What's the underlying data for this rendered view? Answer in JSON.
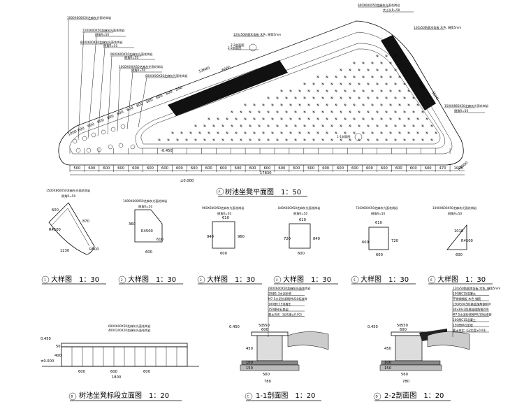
{
  "plan": {
    "title": "树池坐凳平面图　1：50",
    "marker": "A",
    "elev_label": "±0.000",
    "elev_label_inner": "-0.450",
    "total_dim": "17830",
    "bottom_dims": [
      "500",
      "600",
      "600",
      "600",
      "600",
      "600",
      "600",
      "600",
      "600",
      "600",
      "600",
      "600",
      "600",
      "600",
      "600",
      "600",
      "600",
      "600",
      "600",
      "600",
      "600",
      "600",
      "600",
      "600",
      "600",
      "470",
      "1070"
    ],
    "left_diag_dims": [
      "1000",
      "600",
      "600",
      "600",
      "600",
      "600",
      "600",
      "600",
      "600",
      "600",
      "600",
      "240"
    ],
    "top_dim_a": "13640",
    "top_dim_b": "6000",
    "right_dim_a": "1000",
    "right_dim_b": "5610",
    "corner_radius": "R4500",
    "section_mark_1": "1-1剖面图",
    "section_mark_2": "2-2剖面图",
    "notes": [
      "1000X600X50芝麻灰光面花岗岩",
      "720X600X50芝麻灰光面花岗岩",
      "倒角R=50",
      "840X600X50芝麻灰光面花岗岩",
      "倒角R=50",
      "960X600X50芝麻灰光面花岗岩",
      "倒角R=50",
      "1000X600X50芝麻灰光面花岗岩",
      "倒角R=50",
      "600X600X50芝麻灰光面花岗岩",
      "600X600X50芝麻灰光面花岗岩",
      "大小头R=50",
      "120x50防腐木条板 木色, 缝宽5mm",
      "120x50防腐木条板 木色, 缝宽5mm",
      "1500X860X50芝麻灰光面花岗岩",
      "倒角R=50",
      "2-2剖面图"
    ]
  },
  "details": [
    {
      "num": "1",
      "title": "大样图　1：30",
      "note": "1500X860X50芝麻灰光面花岗岩",
      "note2": "倒角R=50",
      "dims": [
        "600",
        "R4500",
        "1230",
        "870",
        "R500"
      ]
    },
    {
      "num": "2",
      "title": "大样图　1：30",
      "note": "1000X600X50芝麻灰光面花岗岩",
      "note2": "倒角R=50",
      "dims": [
        "360",
        "R4500",
        "610",
        "600"
      ]
    },
    {
      "num": "3",
      "title": "大样图　1：30",
      "note": "960X600X50芝麻灰光面花岗岩",
      "note2": "倒角R=50",
      "dims": [
        "610",
        "940",
        "960",
        "600"
      ]
    },
    {
      "num": "4",
      "title": "大样图　1：30",
      "note": "840X600X50芝麻灰光面花岗岩",
      "note2": "倒角R=50",
      "dims": [
        "610",
        "720",
        "840",
        "600"
      ]
    },
    {
      "num": "5",
      "title": "大样图　1：30",
      "note": "720X600X50芝麻灰光面花岗岩",
      "note2": "倒角R=50",
      "dims": [
        "610",
        "600",
        "720",
        "600"
      ]
    },
    {
      "num": "6",
      "title": "大样图　1：30",
      "note": "1000X600X50芝麻灰光面花岗岩",
      "note2": "倒角R=50",
      "dims": [
        "1010",
        "R4500",
        "600"
      ]
    }
  ],
  "elevation": {
    "marker": "B",
    "title": "树池坐凳标段立面图　1：20",
    "notes": [
      "600X600X50芝麻灰光面花岗岩",
      "400X200X20芝麻灰光面花岗岩"
    ],
    "levels": [
      "0.450",
      "±0.000"
    ],
    "dims": [
      "600",
      "600",
      "600",
      "1800",
      "400",
      "50"
    ]
  },
  "section1": {
    "marker": "C",
    "title": "1-1剖面图　1：20",
    "notes": [
      "600X600X50芝麻灰光面花岗岩",
      "20厚1:3水泥砂浆",
      "M7.5水泥砂浆砌MU10标准砖",
      "100厚C15混凝土",
      "150厚碎石垫层",
      "素土夯实（压实度≥0.93）"
    ],
    "levels": [
      "0.450"
    ],
    "dims": [
      "50",
      "550",
      "600",
      "450",
      "100",
      "150",
      "560",
      "780"
    ]
  },
  "section2": {
    "marker": "D",
    "title": "2-2剖面图　1：20",
    "notes": [
      "120x50防腐木条板 木色, 缝宽5mm",
      "100厚C15混凝土",
      "不锈钢钢板 木色 钢筋",
      "L50X50X5防腐处理角钢600",
      "30x30x3防腐处理角钢200",
      "M7.5水泥砂浆砌MU10标准砖",
      "100厚C15混凝土",
      "150厚碎石垫层",
      "素土夯实（压实度≥0.93）"
    ],
    "levels": [
      "0.450"
    ],
    "dims": [
      "50",
      "550",
      "600",
      "450",
      "100",
      "150",
      "560",
      "780"
    ]
  }
}
